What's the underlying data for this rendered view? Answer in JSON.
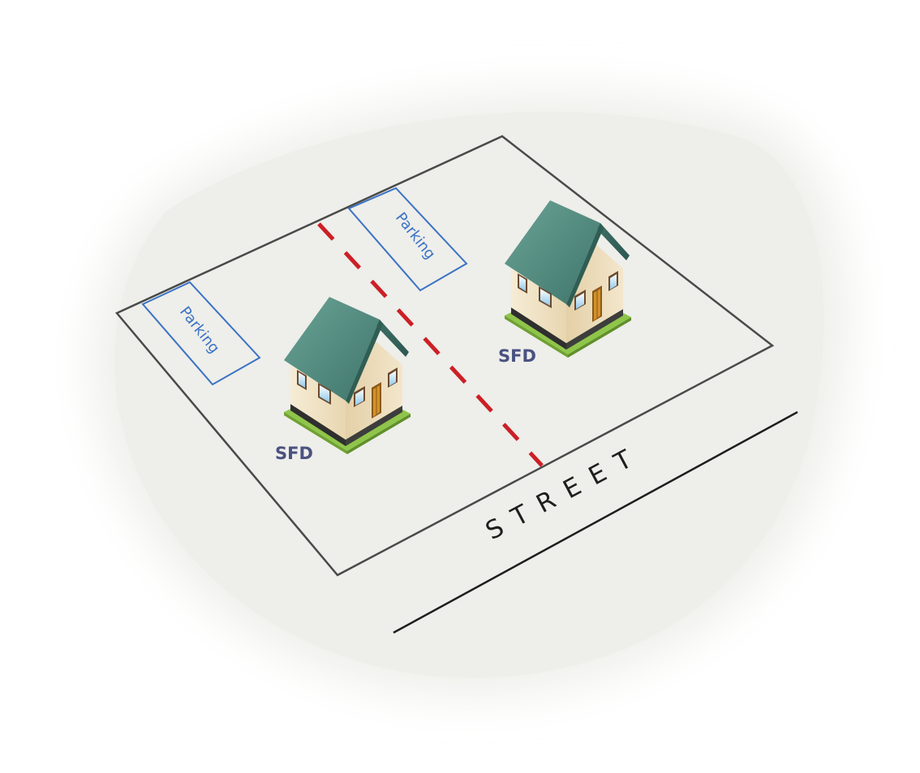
{
  "parking_labels": [
    "Parking",
    "Parking"
  ],
  "building_labels": [
    "SFD",
    "SFD"
  ],
  "street_label": "STREET",
  "colors": {
    "ground": "#eeeeea",
    "lot_boundary": "#4a4a4a",
    "parking_outline": "#3b73c4",
    "parking_text": "#3b73c4",
    "lot_split_dashed": "#cc1f26",
    "street_line": "#1e1e1e",
    "sfd_text": "#4a5280",
    "roof": "#4f8a80",
    "wall": "#f1e4c8",
    "door": "#c98a1f",
    "lawn": "#8fc54a"
  },
  "icons": [
    "house-icon",
    "house-icon"
  ]
}
